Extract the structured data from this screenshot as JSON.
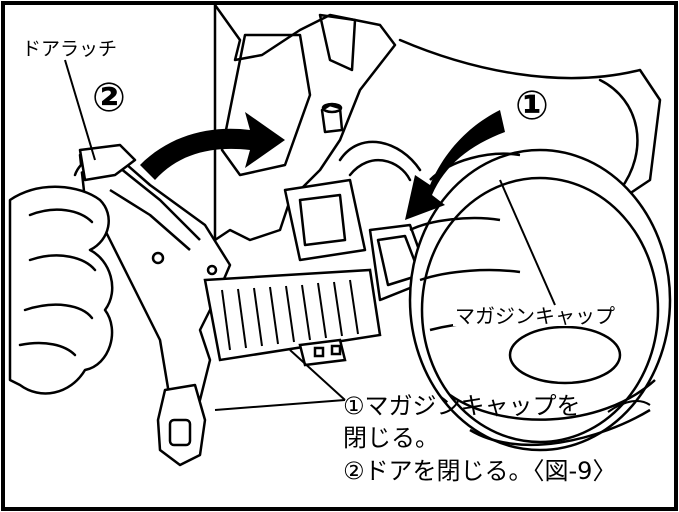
{
  "figure": {
    "labels": {
      "door_latch": "ドアラッチ",
      "step_2_marker": "②",
      "step_1_marker": "①",
      "magazine_cap": "マガジンキャップ"
    },
    "caption": {
      "line1": "①マガジンキャップを",
      "line2": "閉じる。",
      "line3": "②ドアを閉じる。〈図-9〉"
    }
  },
  "colors": {
    "ink": "#000000",
    "paper": "#ffffff"
  }
}
